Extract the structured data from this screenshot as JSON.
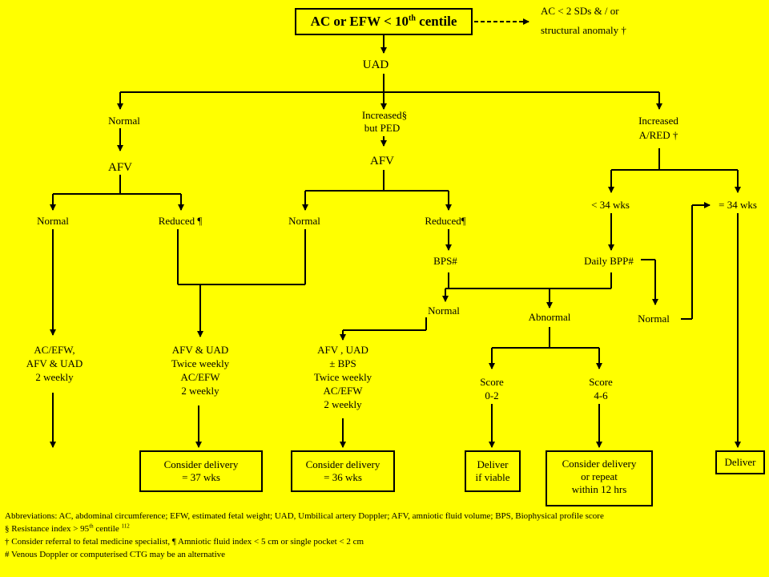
{
  "top": {
    "title_prefix": "AC or EFW  < 10",
    "title_sup": "th",
    "title_suffix": " centile",
    "side_note_line1": "AC < 2 SDs & / or",
    "side_note_line2": "structural anomaly †"
  },
  "uad": "UAD",
  "branches": {
    "left": {
      "label": "Normal",
      "afv": "AFV"
    },
    "middle": {
      "label_line1": "Increased§",
      "label_line2": "but PED",
      "afv": "AFV"
    },
    "right": {
      "label_line1": "Increased",
      "label_line2": "A/RED †"
    }
  },
  "level3": {
    "left_normal": "Normal",
    "left_reduced": "Reduced ¶",
    "mid_normal": "Normal",
    "mid_reduced": "Reduced¶",
    "lt34": "< 34 wks",
    "eq34": "= 34 wks"
  },
  "level4": {
    "bps": "BPS#",
    "daily_bpp": "Daily BPP#",
    "bps_normal": "Normal",
    "bpp_normal": "Normal",
    "abnormal": "Abnormal"
  },
  "monitor": {
    "a": [
      "AC/EFW,",
      "AFV & UAD",
      "2  weekly"
    ],
    "b": [
      "AFV & UAD",
      "Twice weekly",
      "AC/EFW",
      "2 weekly"
    ],
    "c": [
      "AFV , UAD",
      "± BPS",
      "Twice weekly",
      "AC/EFW",
      "2 weekly"
    ]
  },
  "scores": {
    "low_label": "Score",
    "low_value": "0-2",
    "high_label": "Score",
    "high_value": "4-6"
  },
  "outcomes": {
    "d37": [
      "Consider delivery",
      "= 37 wks"
    ],
    "d36": [
      "Consider delivery",
      "=  36 wks"
    ],
    "viable": [
      "Deliver",
      "if viable"
    ],
    "repeat": [
      "Consider delivery",
      "or repeat",
      "within 12 hrs"
    ],
    "deliver": [
      "Deliver"
    ]
  },
  "footer": {
    "line1": "Abbreviations: AC, abdominal circumference; EFW, estimated fetal weight; UAD, Umbilical artery Doppler;  AFV, amniotic fluid volume; BPS, Biophysical profile score",
    "line2_prefix": "§ Resistance index > 95",
    "line2_sup1": "th",
    "line2_mid": " centile ",
    "line2_sup2": "112",
    "line3": "† Consider referral to fetal medicine specialist, ¶ Amniotic fluid index < 5 cm or single pocket < 2 cm",
    "line4": "# Venous Doppler or computerised CTG may be an alternative"
  }
}
